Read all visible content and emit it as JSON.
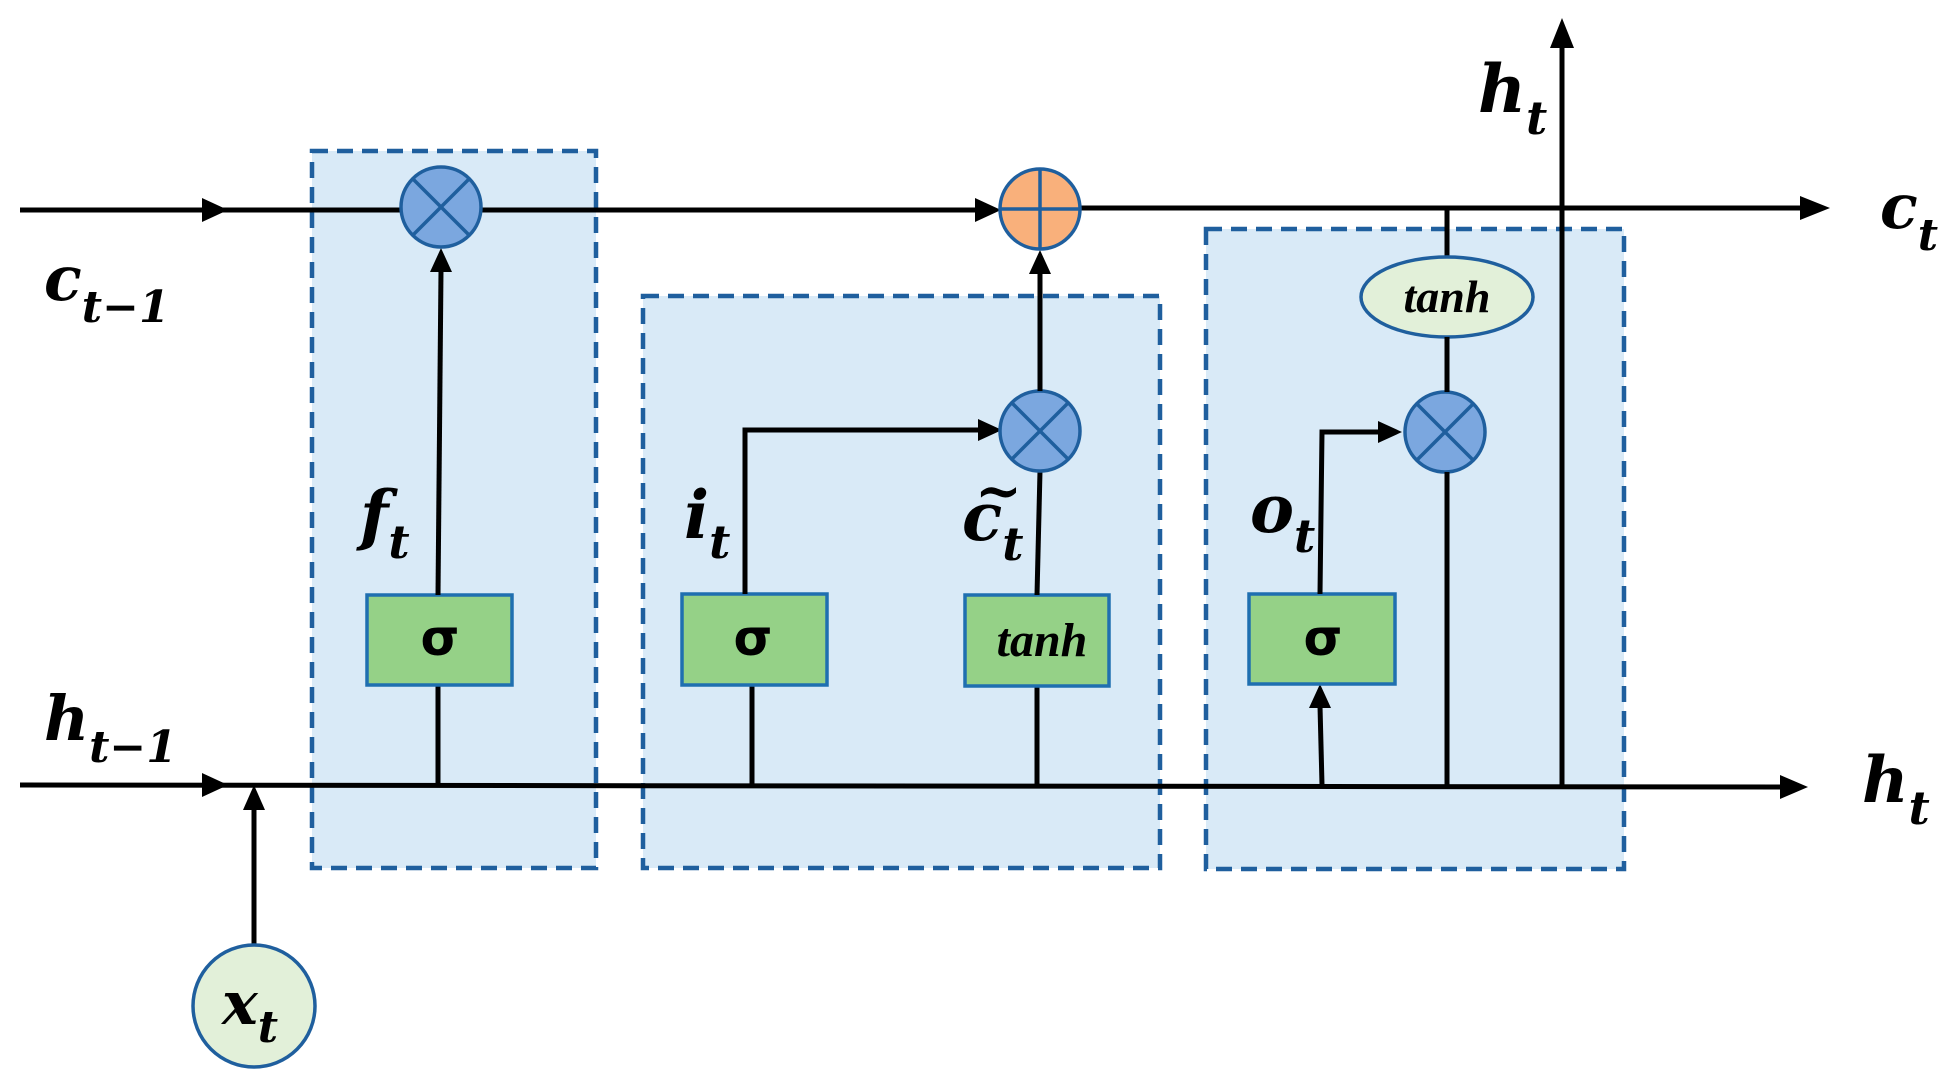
{
  "labels": {
    "c_prev": "c",
    "c_prev_sub": "t−1",
    "h_prev": "h",
    "h_prev_sub": "t−1",
    "x_t": "x",
    "x_t_sub": "t",
    "f_t": "f",
    "f_t_sub": "t",
    "i_t": "i",
    "i_t_sub": "t",
    "c_tilde": "c",
    "c_tilde_sub": "t",
    "c_tilde_accent": "~",
    "o_t": "o",
    "o_t_sub": "t",
    "h_out_top": "h",
    "h_out_top_sub": "t",
    "c_out": "c",
    "c_out_sub": "t",
    "h_out_right": "h",
    "h_out_right_sub": "t"
  },
  "boxes": {
    "forget_sigma": "σ",
    "input_sigma": "σ",
    "candidate_tanh": "tanh",
    "output_sigma": "σ",
    "cell_tanh": "tanh"
  },
  "colors": {
    "gate_region_fill": "#d9eaf7",
    "gate_region_border": "#1f5f9e",
    "sigma_box_fill": "#95d187",
    "sigma_box_border": "#1f6fb0",
    "multiply_node_fill": "#7ba7df",
    "add_node_fill": "#f9b07b",
    "tanh_ellipse_fill": "#e2f0d9",
    "input_node_fill": "#e2f0d9",
    "node_border": "#1f5f9e",
    "line": "#000000"
  }
}
